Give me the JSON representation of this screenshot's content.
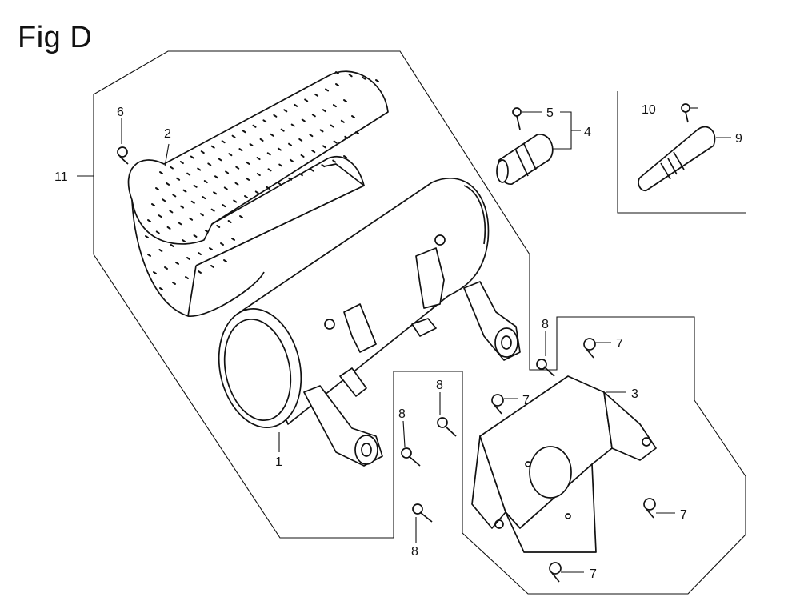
{
  "figure": {
    "title": "Fig D"
  },
  "callouts": {
    "c1": "1",
    "c2": "2",
    "c3": "3",
    "c4": "4",
    "c5": "5",
    "c6": "6",
    "c7a": "7",
    "c7b": "7",
    "c7c": "7",
    "c7d": "7",
    "c8a": "8",
    "c8b": "8",
    "c8c": "8",
    "c8d": "8",
    "c9": "9",
    "c10": "10",
    "c11": "11"
  }
}
